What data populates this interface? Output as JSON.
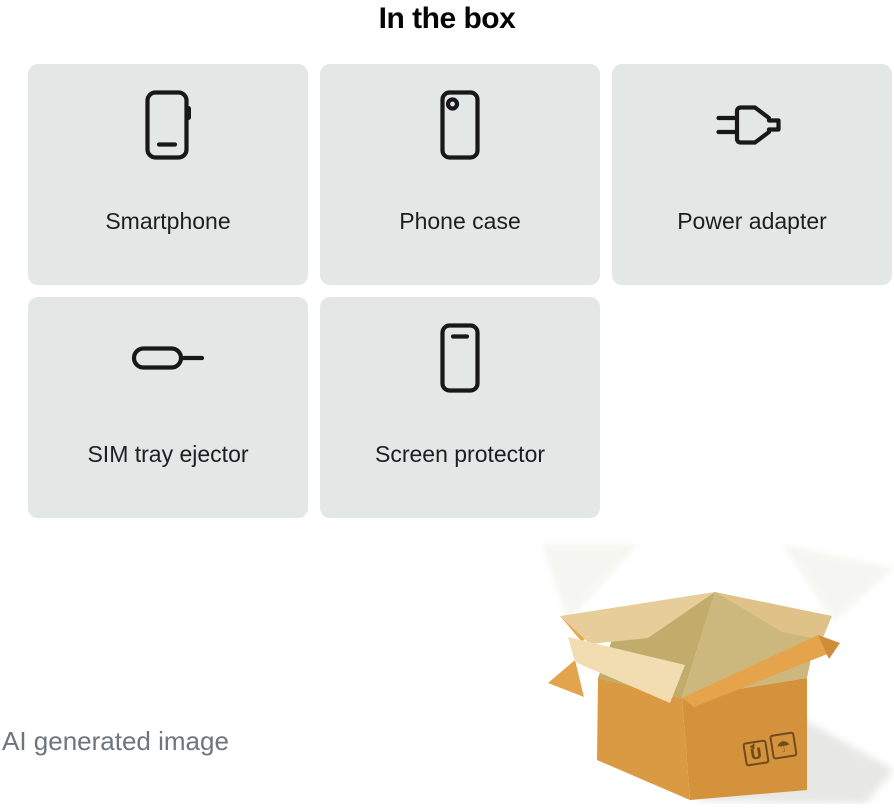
{
  "header": {
    "title": "In the box"
  },
  "cards": [
    {
      "label": "Smartphone",
      "icon": "smartphone-icon"
    },
    {
      "label": "Phone case",
      "icon": "phone-case-icon"
    },
    {
      "label": "Power adapter",
      "icon": "power-adapter-icon"
    },
    {
      "label": "SIM tray ejector",
      "icon": "sim-tray-ejector-icon"
    },
    {
      "label": "Screen protector",
      "icon": "screen-protector-icon"
    }
  ],
  "footer": {
    "ai_label": "AI generated image"
  },
  "illustration": {
    "name": "open-cardboard-box",
    "stamps": [
      {
        "name": "this-way-up-stamp",
        "glyph": "U"
      },
      {
        "name": "keep-dry-stamp",
        "glyph": "☂"
      }
    ],
    "colors": {
      "card_bg": "#e3e7e5",
      "icon_stroke": "#18181a",
      "box_face_left": "#d99a43",
      "box_face_right": "#d5923d",
      "box_flap_tan_left": "#e7cd99",
      "box_flap_tan_right": "#dfc287",
      "box_flap_cream": "#f2ddb2",
      "box_flap_orange": "#e5a44c",
      "box_interior_left": "#c2ac6c",
      "box_interior_right": "#ccb87c",
      "stamp_ink": "#6f4c1a",
      "shadow": "#e7e7e4"
    }
  }
}
